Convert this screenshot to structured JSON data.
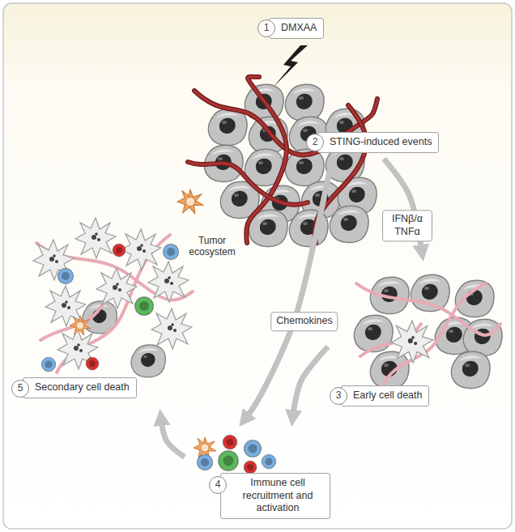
{
  "diagram": {
    "nodes": [
      {
        "text": [
          "1",
          "DMXAA"
        ]
      },
      {
        "text": [
          "2",
          "STING-induced events"
        ]
      },
      {
        "text": [
          "3",
          "Early cell death"
        ]
      },
      {
        "text": [
          "4",
          "Immune cell recruitment and activation"
        ]
      },
      {
        "text": [
          "5",
          "Secondary cell death"
        ]
      }
    ],
    "edges": [
      {
        "from": 1,
        "to": 2,
        "label": "IFNβ/α TNFα",
        "arrow": "to"
      },
      {
        "from": 1,
        "to": 3,
        "label": "Chemokines",
        "arrow": "to"
      },
      {
        "from": 2,
        "to": 3,
        "arrow": "to"
      },
      {
        "from": 3,
        "to": 4,
        "arrow": "to"
      }
    ],
    "labels": [
      "Tumor ecosystem"
    ]
  }
}
